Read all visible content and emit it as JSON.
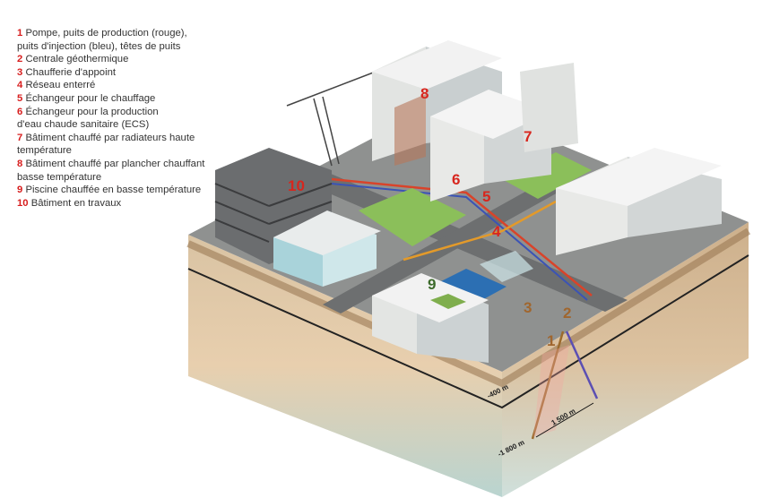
{
  "legend": [
    {
      "num": "1",
      "text": "Pompe, puits de production (rouge),",
      "cont": "puits d'injection (bleu), têtes de puits"
    },
    {
      "num": "2",
      "text": "Centrale géothermique"
    },
    {
      "num": "3",
      "text": "Chaufferie d'appoint"
    },
    {
      "num": "4",
      "text": "Réseau enterré"
    },
    {
      "num": "5",
      "text": "Échangeur pour le chauffage"
    },
    {
      "num": "6",
      "text": "Échangeur pour la production",
      "cont": "d'eau chaude sanitaire (ECS)"
    },
    {
      "num": "7",
      "text": "Bâtiment chauffé par radiateurs haute",
      "cont": "température"
    },
    {
      "num": "8",
      "text": "Bâtiment chauffé par plancher chauffant",
      "cont": "basse température"
    },
    {
      "num": "9",
      "text": "Piscine chauffée en basse température"
    },
    {
      "num": "10",
      "text": "Bâtiment en travaux"
    }
  ],
  "labels": {
    "l1": "1",
    "l2": "2",
    "l3": "3",
    "l4": "4",
    "l5": "5",
    "l6": "6",
    "l7": "7",
    "l8": "8",
    "l9": "9",
    "l10": "10"
  },
  "depths": {
    "d400": "-400 m",
    "d1800": "-1 800 m",
    "dist": "1 500 m"
  },
  "colors": {
    "red": "#d71e1e",
    "production": "#c0392b",
    "injection": "#5b4fb3"
  }
}
